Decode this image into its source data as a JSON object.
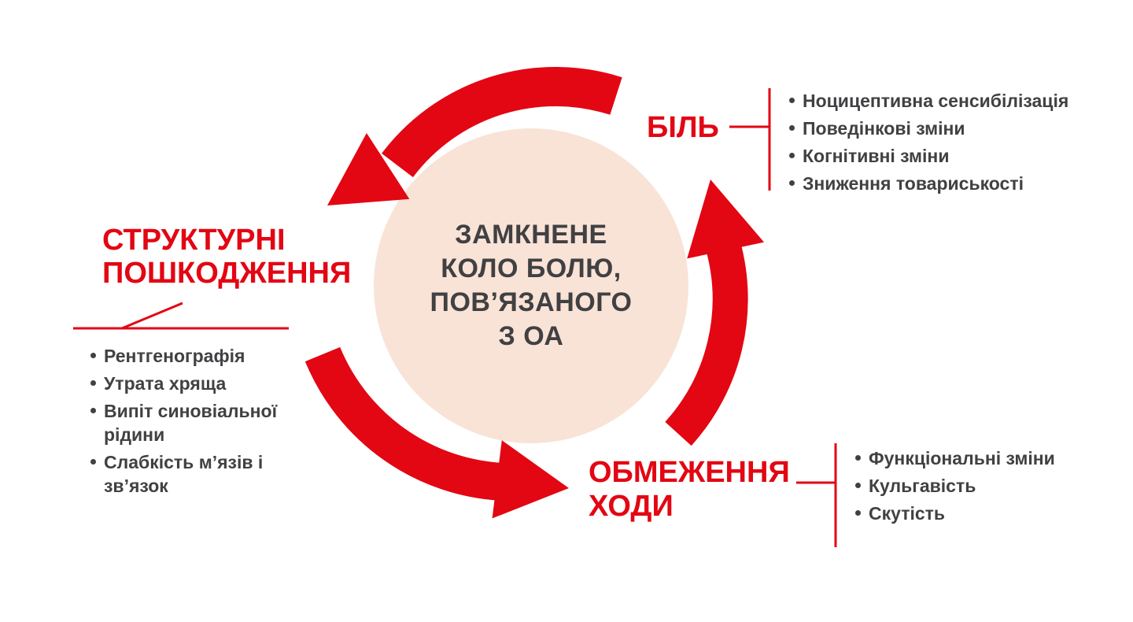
{
  "diagram": {
    "center": {
      "lines": [
        "ЗАМКНЕНЕ",
        "КОЛО БОЛЮ,",
        "ПОВ’ЯЗАНОГО",
        "З ОА"
      ]
    },
    "pain": {
      "title": "БІЛЬ",
      "bullets": [
        "Ноцицептивна сенсибілізація",
        "Поведінкові зміни",
        "Когнітивні зміни",
        "Зниження товариськості"
      ]
    },
    "structural": {
      "title_line1": "СТРУКТУРНІ",
      "title_line2": "ПОШКОДЖЕННЯ",
      "bullets": [
        "Рентгенографія",
        "Утрата хряща",
        "Випіт синовіальної рідини",
        "Слабкість м’язів і зв’язок"
      ]
    },
    "gait": {
      "title_line1": "ОБМЕЖЕННЯ",
      "title_line2": "ХОДИ",
      "bullets": [
        "Функціональні зміни",
        "Кульгавість",
        "Скутість"
      ]
    },
    "colors": {
      "accent_red": "#E30613",
      "circle_fill": "#F8E3D6",
      "text_dark": "#414043"
    }
  }
}
